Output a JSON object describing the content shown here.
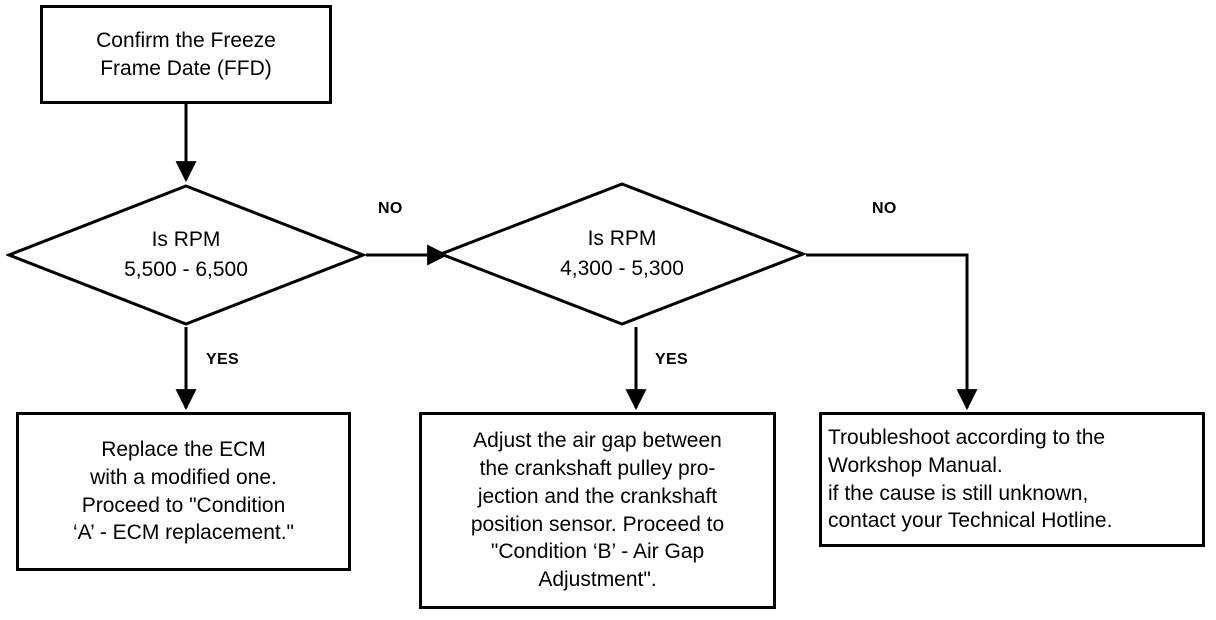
{
  "diagram": {
    "title": "Freeze Frame Date RPM diagnostic flowchart",
    "stroke_color": "#000000",
    "background_color": "#ffffff",
    "nodes": {
      "start": {
        "shape": "process",
        "lines": [
          "Confirm the Freeze",
          "Frame Date (FFD)"
        ]
      },
      "decision_rpm_high": {
        "shape": "decision",
        "lines": [
          "Is RPM",
          "5,500 - 6,500"
        ]
      },
      "decision_rpm_mid": {
        "shape": "decision",
        "lines": [
          "Is RPM",
          "4,300 - 5,300"
        ]
      },
      "action_ecm": {
        "shape": "process",
        "lines": [
          "Replace the ECM",
          "with a modified one.",
          "Proceed to \"Condition",
          "‘A’ - ECM replacement.\""
        ]
      },
      "action_airgap": {
        "shape": "process",
        "lines": [
          "Adjust the air gap between",
          "the crankshaft pulley pro-",
          "jection and the crankshaft",
          "position sensor. Proceed to",
          "\"Condition ‘B’ - Air Gap",
          "Adjustment\"."
        ]
      },
      "action_troubleshoot": {
        "shape": "process",
        "align": "left",
        "lines": [
          "Troubleshoot according to the",
          "Workshop Manual.",
          "if the cause is still unknown,",
          "contact your Technical Hotline."
        ]
      }
    },
    "edge_labels": {
      "no_1": "NO",
      "no_2": "NO",
      "yes_1": "YES",
      "yes_2": "YES"
    },
    "edges": [
      {
        "from": "start",
        "to": "decision_rpm_high",
        "label": ""
      },
      {
        "from": "decision_rpm_high",
        "to": "decision_rpm_mid",
        "label": "NO"
      },
      {
        "from": "decision_rpm_high",
        "to": "action_ecm",
        "label": "YES"
      },
      {
        "from": "decision_rpm_mid",
        "to": "action_airgap",
        "label": "YES"
      },
      {
        "from": "decision_rpm_mid",
        "to": "action_troubleshoot",
        "label": "NO"
      }
    ]
  }
}
